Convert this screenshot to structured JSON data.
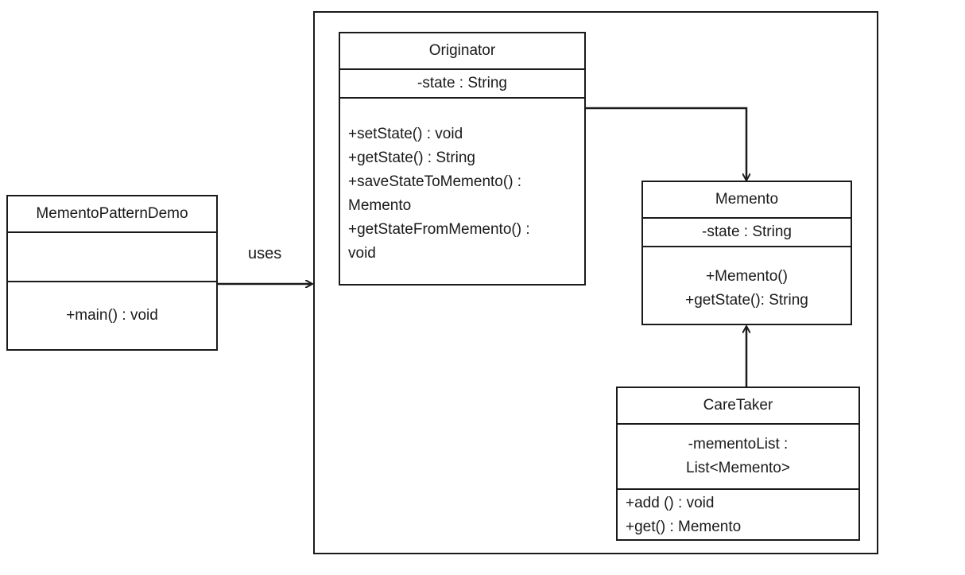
{
  "colors": {
    "line": "#1a1a1a",
    "background": "#ffffff"
  },
  "demo": {
    "name": "MementoPatternDemo",
    "operations": [
      "+main()  : void"
    ]
  },
  "uses_label": "uses",
  "originator": {
    "name": "Originator",
    "attributes": [
      "-state : String"
    ],
    "operations": [
      "+setState()  : void",
      "+getState() : String",
      "+saveStateToMemento()  :",
      "Memento",
      "+getStateFromMemento()  :",
      "void"
    ]
  },
  "memento": {
    "name": "Memento",
    "attributes": [
      "-state : String"
    ],
    "operations": [
      "+Memento()",
      "+getState(): String"
    ]
  },
  "caretaker": {
    "name": "CareTaker",
    "attributes": [
      "-mementoList  :",
      "List<Memento>"
    ],
    "operations": [
      "+add ()  : void",
      "+get() : Memento"
    ]
  }
}
